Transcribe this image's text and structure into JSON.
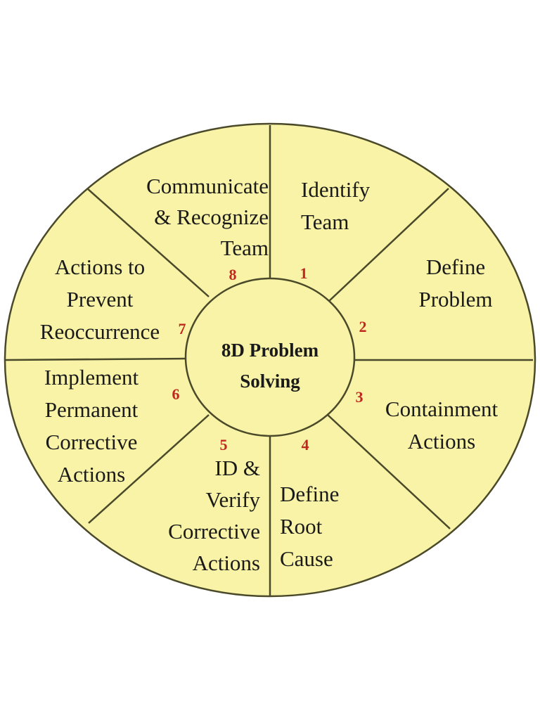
{
  "diagram": {
    "center_label": [
      "8D Problem",
      "Solving"
    ],
    "colors": {
      "fill": "#f8f3a6",
      "stroke": "#4a4a2a",
      "number": "#c0271e"
    },
    "steps": [
      {
        "number": "1",
        "lines": [
          "Identify",
          "Team"
        ]
      },
      {
        "number": "2",
        "lines": [
          "Define",
          "Problem"
        ]
      },
      {
        "number": "3",
        "lines": [
          "Containment",
          "Actions"
        ]
      },
      {
        "number": "4",
        "lines": [
          "Define",
          "Root",
          "Cause"
        ]
      },
      {
        "number": "5",
        "lines": [
          "ID &",
          "Verify",
          "Corrective",
          "Actions"
        ]
      },
      {
        "number": "6",
        "lines": [
          "Implement",
          "Permanent",
          "Corrective",
          "Actions"
        ]
      },
      {
        "number": "7",
        "lines": [
          "Actions to",
          "Prevent",
          "Reoccurrence"
        ]
      },
      {
        "number": "8",
        "lines": [
          "Communicate",
          "& Recognize",
          "Team"
        ]
      }
    ]
  }
}
